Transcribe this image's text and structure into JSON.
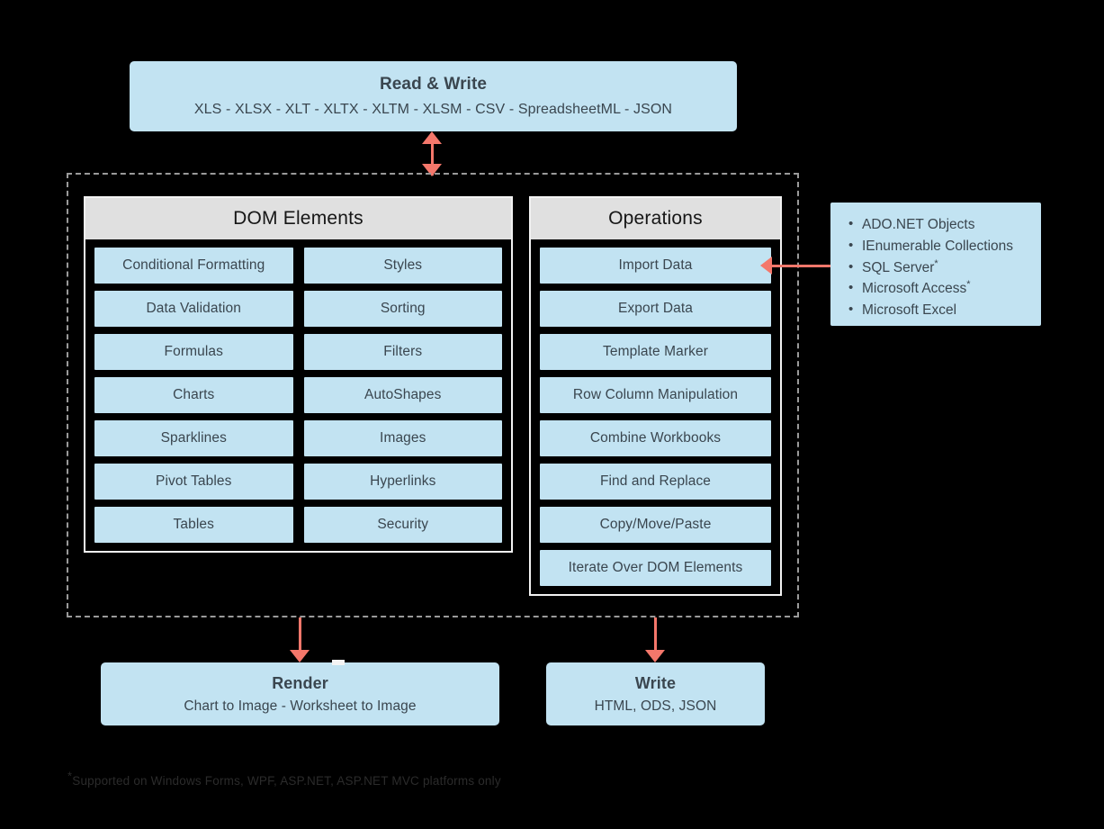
{
  "colors": {
    "background": "#000000",
    "card_blue": "#c2e3f2",
    "panel_header_gray": "#e0e0e0",
    "arrow_salmon": "#f4776b",
    "dashed_border": "#9a9a9a",
    "text_dark": "#3a464f"
  },
  "read_write": {
    "title": "Read & Write",
    "subtitle": "XLS - XLSX - XLT - XLTX - XLTM - XLSM - CSV -  SpreadsheetML - JSON"
  },
  "dom_elements": {
    "header": "DOM Elements",
    "left_column": [
      "Conditional Formatting",
      "Data Validation",
      "Formulas",
      "Charts",
      "Sparklines",
      "Pivot Tables",
      "Tables"
    ],
    "right_column": [
      "Styles",
      "Sorting",
      "Filters",
      "AutoShapes",
      "Images",
      "Hyperlinks",
      "Security"
    ]
  },
  "operations": {
    "header": "Operations",
    "items": [
      "Import Data",
      "Export Data",
      "Template Marker",
      "Row Column Manipulation",
      "Combine Workbooks",
      "Find and Replace",
      "Copy/Move/Paste",
      "Iterate Over DOM Elements"
    ]
  },
  "data_sources": {
    "items": [
      {
        "label": "ADO.NET Objects",
        "asterisk": false
      },
      {
        "label": "IEnumerable Collections",
        "asterisk": false
      },
      {
        "label": "SQL Server",
        "asterisk": true
      },
      {
        "label": "Microsoft Access",
        "asterisk": true
      },
      {
        "label": "Microsoft Excel",
        "asterisk": false
      }
    ]
  },
  "render": {
    "title": "Render",
    "subtitle": "Chart to Image - Worksheet to Image"
  },
  "write": {
    "title": "Write",
    "subtitle": "HTML, ODS, JSON"
  },
  "footnote": {
    "marker": "*",
    "text": "Supported on Windows Forms, WPF, ASP.NET, ASP.NET MVC platforms only"
  }
}
